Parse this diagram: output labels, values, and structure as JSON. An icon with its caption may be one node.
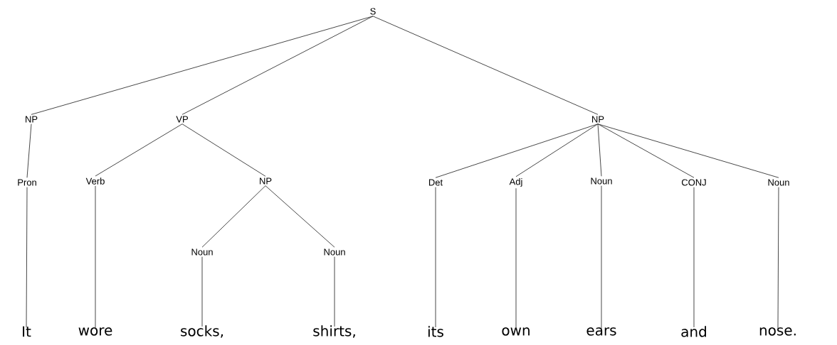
{
  "diagram": {
    "nodes": [
      {
        "text": [
          "S"
        ]
      },
      {
        "text": [
          "NP"
        ]
      },
      {
        "text": [
          "VP"
        ]
      },
      {
        "text": [
          "NP"
        ]
      },
      {
        "text": [
          "Pron"
        ]
      },
      {
        "text": [
          "Verb"
        ]
      },
      {
        "text": [
          "NP"
        ]
      },
      {
        "text": [
          "Det"
        ]
      },
      {
        "text": [
          "Adj"
        ]
      },
      {
        "text": [
          "Noun"
        ]
      },
      {
        "text": [
          "CONJ"
        ]
      },
      {
        "text": [
          "Noun"
        ]
      },
      {
        "text": [
          "Noun"
        ]
      },
      {
        "text": [
          "Noun"
        ]
      },
      {
        "text": [
          "It"
        ]
      },
      {
        "text": [
          "wore"
        ]
      },
      {
        "text": [
          "socks,"
        ]
      },
      {
        "text": [
          "shirts,"
        ]
      },
      {
        "text": [
          "its"
        ]
      },
      {
        "text": [
          "own"
        ]
      },
      {
        "text": [
          "ears"
        ]
      },
      {
        "text": [
          "and"
        ]
      },
      {
        "text": [
          "nose."
        ]
      }
    ],
    "edges": [
      {
        "from": 0,
        "to": 1,
        "arrow": "none"
      },
      {
        "from": 0,
        "to": 2,
        "arrow": "none"
      },
      {
        "from": 0,
        "to": 3,
        "arrow": "none"
      },
      {
        "from": 1,
        "to": 4,
        "arrow": "none"
      },
      {
        "from": 2,
        "to": 5,
        "arrow": "none"
      },
      {
        "from": 2,
        "to": 6,
        "arrow": "none"
      },
      {
        "from": 3,
        "to": 7,
        "arrow": "none"
      },
      {
        "from": 3,
        "to": 8,
        "arrow": "none"
      },
      {
        "from": 3,
        "to": 9,
        "arrow": "none"
      },
      {
        "from": 3,
        "to": 10,
        "arrow": "none"
      },
      {
        "from": 3,
        "to": 11,
        "arrow": "none"
      },
      {
        "from": 6,
        "to": 12,
        "arrow": "none"
      },
      {
        "from": 6,
        "to": 13,
        "arrow": "none"
      },
      {
        "from": 4,
        "to": 14,
        "arrow": "none"
      },
      {
        "from": 5,
        "to": 15,
        "arrow": "none"
      },
      {
        "from": 12,
        "to": 16,
        "arrow": "none"
      },
      {
        "from": 13,
        "to": 17,
        "arrow": "none"
      },
      {
        "from": 7,
        "to": 18,
        "arrow": "none"
      },
      {
        "from": 8,
        "to": 19,
        "arrow": "none"
      },
      {
        "from": 9,
        "to": 20,
        "arrow": "none"
      },
      {
        "from": 10,
        "to": 21,
        "arrow": "none"
      },
      {
        "from": 11,
        "to": 22,
        "arrow": "none"
      }
    ]
  }
}
